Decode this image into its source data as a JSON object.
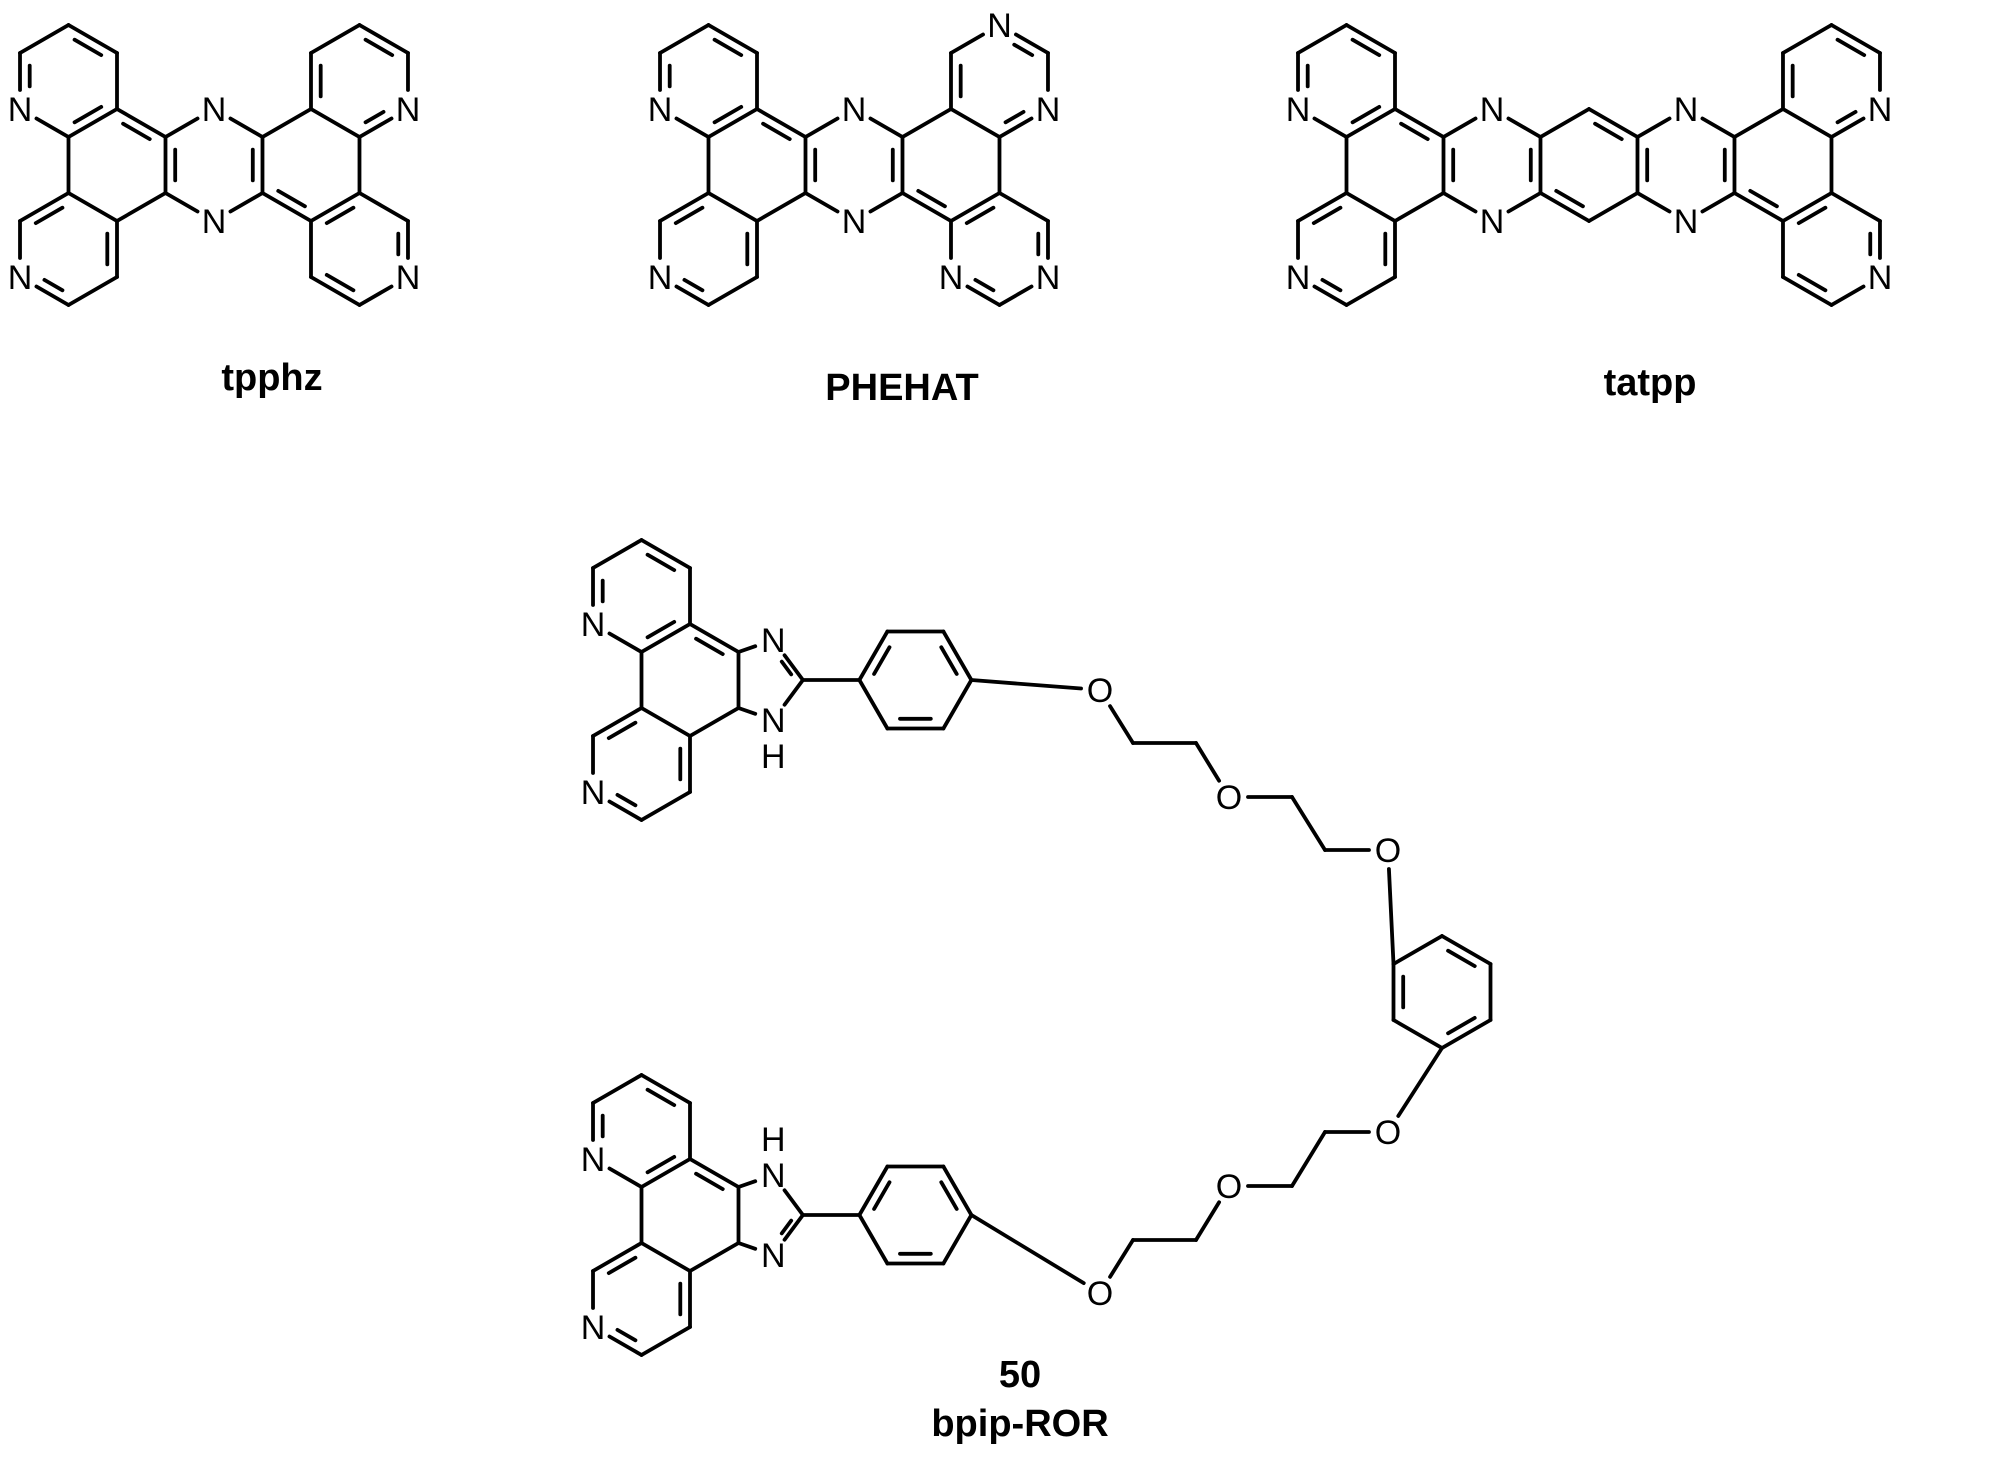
{
  "figure": {
    "molecules": [
      {
        "id": "tpphz",
        "caption": "tpphz"
      },
      {
        "id": "phehat",
        "caption": "PHEHAT"
      },
      {
        "id": "tatpp",
        "caption": "tatpp"
      },
      {
        "id": "bpip-ror",
        "number": "50",
        "caption": "bpip-ROR"
      }
    ],
    "atom_symbols": {
      "nitrogen": "N",
      "oxygen": "O",
      "nh": "N",
      "hydrogen": "H"
    },
    "colors": {
      "ink": "#000000",
      "background": "#ffffff"
    }
  }
}
